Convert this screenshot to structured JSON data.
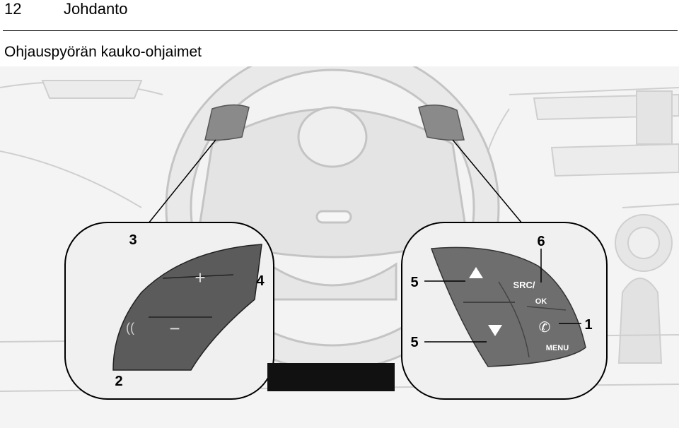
{
  "header": {
    "page_number": "12",
    "chapter": "Johdanto"
  },
  "section": {
    "title": "Ohjauspyörän kauko-ohjaimet"
  },
  "figure": {
    "left_callouts": [
      "3",
      "4",
      "2"
    ],
    "right_callouts": {
      "label_6": "6",
      "label_5_upper": "5",
      "label_5_lower": "5",
      "label_1": "1"
    },
    "left_pad_plus": "+",
    "left_pad_minus": "−",
    "right_pad_src": "SRC/",
    "right_pad_ok": "OK",
    "right_pad_menu": "MENU"
  },
  "colors": {
    "line": "#000000",
    "drawing_gray": "#d9d9d9",
    "pad_dark": "#6e6e6e"
  }
}
